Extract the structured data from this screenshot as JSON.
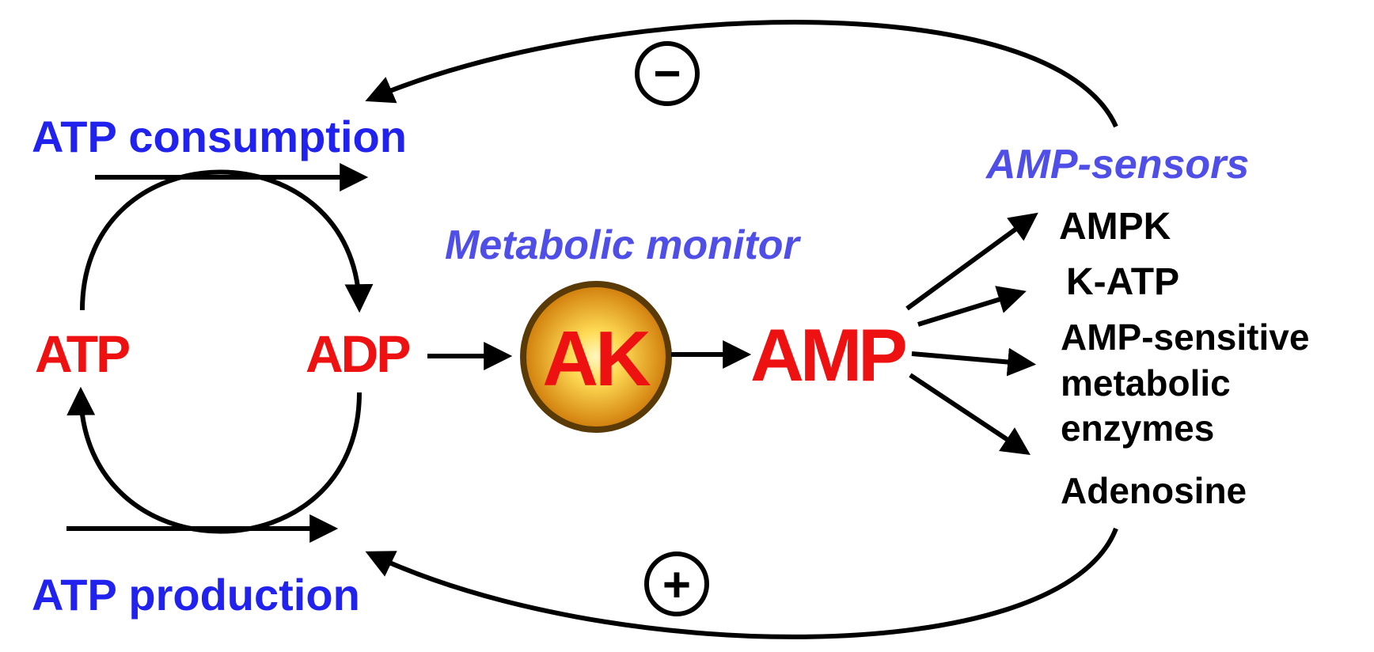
{
  "labels": {
    "atp_consumption": "ATP consumption",
    "atp_production": "ATP production",
    "atp": "ATP",
    "adp": "ADP",
    "ak": "AK",
    "amp": "AMP",
    "metabolic_monitor": "Metabolic monitor",
    "amp_sensors": "AMP-sensors",
    "minus_sign": "−",
    "plus_sign": "+"
  },
  "sensors": {
    "ampk": "AMPK",
    "k_atp": "K-ATP",
    "amp_sensitive_line1": "AMP-sensitive",
    "amp_sensitive_line2": "metabolic",
    "amp_sensitive_line3": "enzymes",
    "adenosine": "Adenosine"
  },
  "colors": {
    "process_label": "#2222ee",
    "role_label": "#4f4fe8",
    "nucleotide": "#ee1111",
    "ak_fill_center": "#ffe98a",
    "ak_fill_edge": "#d88a0c",
    "ak_border": "#5a3a06"
  }
}
